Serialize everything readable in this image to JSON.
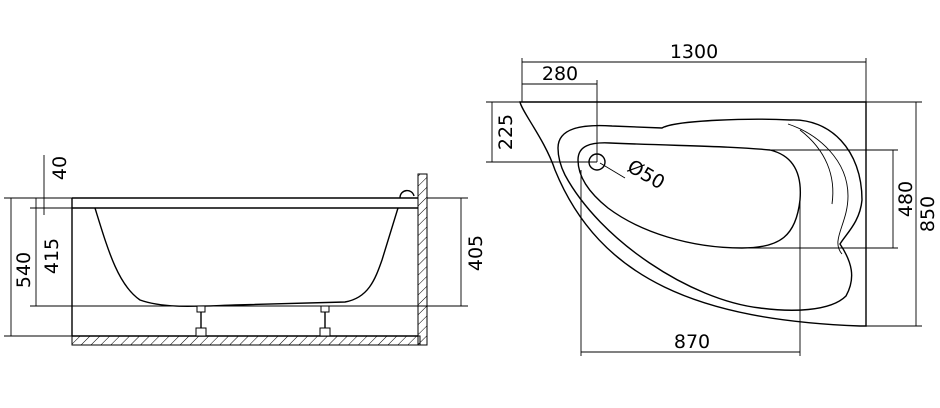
{
  "side_view": {
    "dimensions": {
      "rim_thickness": "40",
      "total_height": "540",
      "tub_height": "415",
      "inner_depth": "405"
    }
  },
  "plan_view": {
    "dimensions": {
      "total_length": "1300",
      "drain_offset_x": "280",
      "drain_offset_y": "225",
      "drain_diameter": "Ø50",
      "inner_length": "870",
      "inner_width": "480",
      "total_width": "850"
    }
  }
}
